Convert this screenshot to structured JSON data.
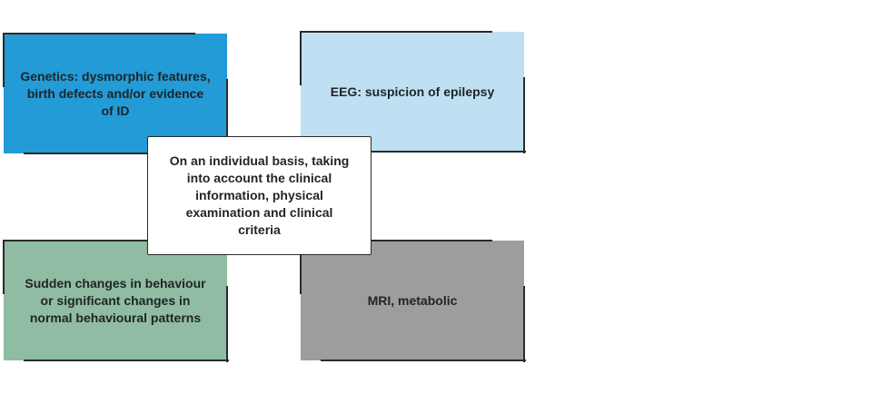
{
  "diagram": {
    "center": {
      "text": "On an individual basis, taking into account the clinical information, physical examination and clinical criteria",
      "fill": "#ffffff"
    },
    "boxes": [
      {
        "text": "Genetics: dysmorphic features, birth defects and/or evidence of ID",
        "fill": "#239bd7"
      },
      {
        "text": "EEG: suspicion of epilepsy",
        "fill": "#bfe0f3"
      },
      {
        "text": "Sudden changes in behaviour or significant changes in normal behavioural patterns",
        "fill": "#8fbca2"
      },
      {
        "text": "MRI, metabolic",
        "fill": "#9d9d9c"
      }
    ],
    "outline_color": "#2b2b2b"
  }
}
